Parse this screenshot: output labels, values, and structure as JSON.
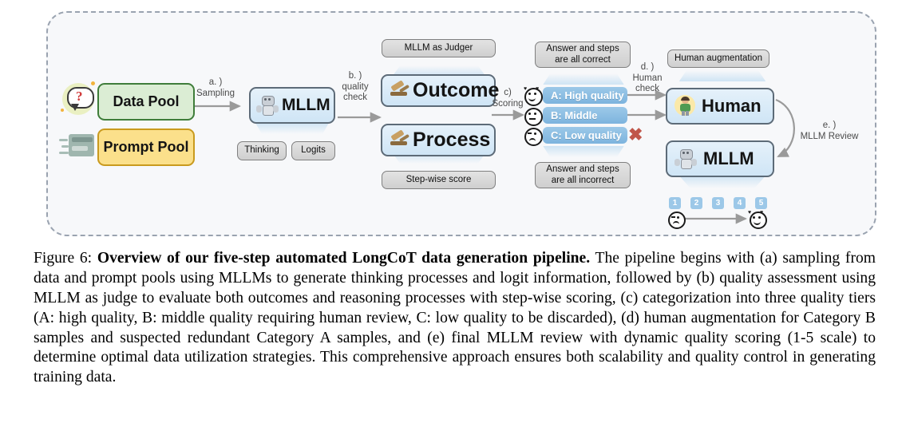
{
  "figure": {
    "nodes": {
      "data_pool": "Data Pool",
      "prompt_pool": "Prompt Pool",
      "mllm_sampler": "MLLM",
      "outcome": "Outcome",
      "process": "Process",
      "human": "Human",
      "mllm_review": "MLLM"
    },
    "chips": {
      "thinking": "Thinking",
      "logits": "Logits",
      "mllm_as_judger": "MLLM as Judger",
      "step_wise_score": "Step-wise score",
      "all_correct": "Answer and steps are all correct",
      "all_incorrect": "Answer and steps are all incorrect",
      "human_augmentation": "Human augmentation"
    },
    "pills": [
      {
        "id": "a",
        "text": "A: High quality",
        "face": "grinning-hearts"
      },
      {
        "id": "b",
        "text": "B: Middle",
        "face": "neutral"
      },
      {
        "id": "c",
        "text": "C: Low quality",
        "face": "sad"
      }
    ],
    "connectors": {
      "a_sampling": "a. )\nSampling",
      "b_quality_check": "b. )\nquality\ncheck",
      "c_scoring": "c)\nScoring",
      "d_human_check": "d. )\nHuman\ncheck",
      "e_mllm_review": "e. )\nMLLM Review"
    },
    "score_scale": {
      "values": [
        "1",
        "2",
        "3",
        "4",
        "5"
      ],
      "low_face": "sad",
      "high_face": "grinning-hearts"
    },
    "discard_marker": "✖",
    "colors": {
      "panel_border": "#9aa3b0",
      "panel_bg": "#f7f8fa",
      "data_pool_bg": "#dbedd4",
      "data_pool_border": "#3f7d3a",
      "prompt_pool_bg": "#fbe08b",
      "prompt_pool_border": "#c99a1e",
      "blue_node_border": "#5d6b78",
      "pill_blue": "#8fc0e4",
      "chip_grey": "#d8d8d8",
      "discard_red": "#c0564a",
      "arrow_grey": "#9a9a9a"
    }
  },
  "caption": {
    "prefix": "Figure 6: ",
    "bold_title": "Overview of our five-step automated LongCoT data generation pipeline.",
    "body": " The pipeline begins with (a) sampling from data and prompt pools using MLLMs to generate thinking processes and logit information, followed by (b) quality assessment using MLLM as judge to evaluate both outcomes and reasoning processes with step-wise scoring, (c) categorization into three quality tiers (A: high quality, B: middle quality requiring human review, C: low quality to be discarded), (d) human augmentation for Category B samples and suspected redundant Category A samples, and (e) final MLLM review with dynamic quality scoring (1-5 scale) to determine optimal data utilization strategies. This comprehensive approach ensures both scalability and quality control in generating training data."
  }
}
